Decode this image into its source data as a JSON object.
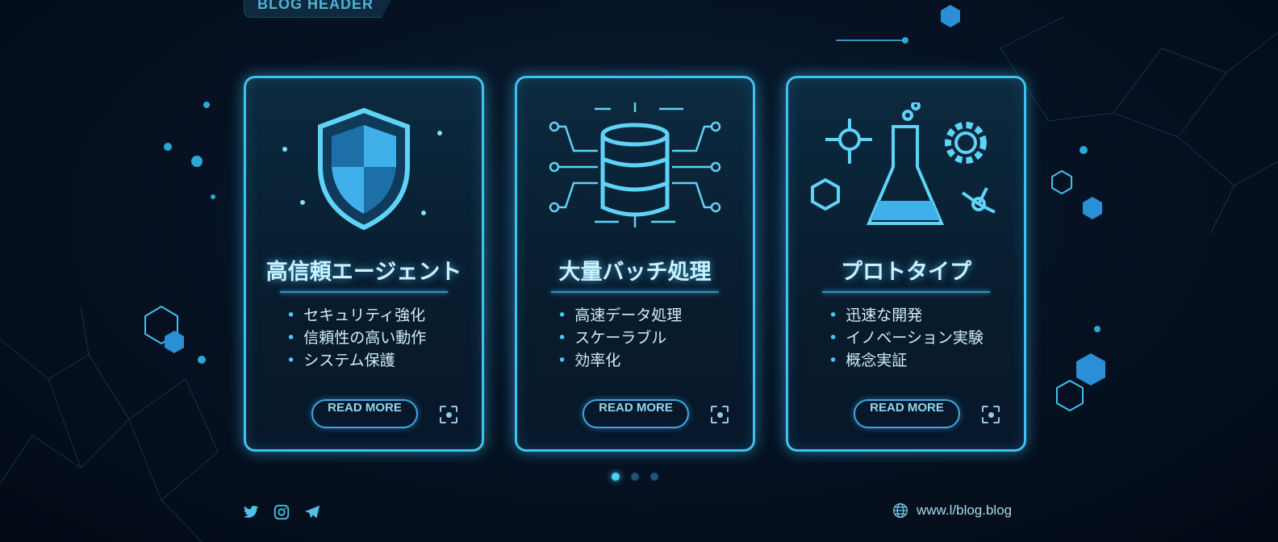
{
  "header": {
    "label": "BLOG HEADER"
  },
  "cards": [
    {
      "title": "高信頼エージェント",
      "icon": "shield-icon",
      "bullets": [
        "セキュリティ強化",
        "信頼性の高い動作",
        "システム保護"
      ],
      "button": "READ MORE"
    },
    {
      "title": "大量バッチ処理",
      "icon": "database-icon",
      "bullets": [
        "高速データ処理",
        "スケーラブル",
        "効率化"
      ],
      "button": "READ MORE"
    },
    {
      "title": "プロトタイプ",
      "icon": "flask-icon",
      "bullets": [
        "迅速な開発",
        "イノベーション実験",
        "概念実証"
      ],
      "button": "READ MORE"
    }
  ],
  "pagination": {
    "total": 3,
    "active": 1
  },
  "footer": {
    "social": [
      "twitter-icon",
      "instagram-icon",
      "telegram-icon"
    ],
    "website": "www.l/blog.blog"
  },
  "colors": {
    "accent": "#3fc2ee",
    "background": "#061324"
  }
}
